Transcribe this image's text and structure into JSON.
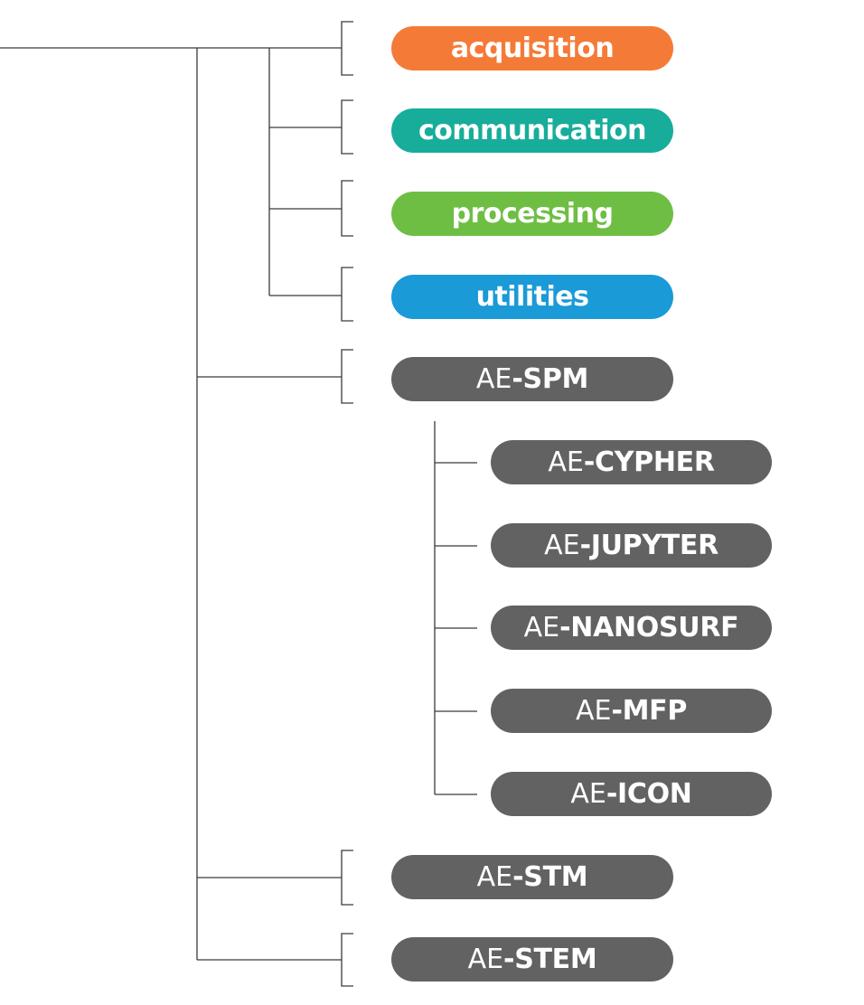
{
  "colors": {
    "acquisition": "#f47b37",
    "communication": "#17ad9a",
    "processing": "#6fbe44",
    "utilities": "#1a9ad7",
    "ae_node": "#626262",
    "connector": "#3a3a3a"
  },
  "modules": [
    {
      "label": "acquisition"
    },
    {
      "label": "communication"
    },
    {
      "label": "processing"
    },
    {
      "label": "utilities"
    }
  ],
  "spm": {
    "prefix": "AE",
    "name": "-SPM"
  },
  "spm_children": [
    {
      "prefix": "AE",
      "name": "-CYPHER"
    },
    {
      "prefix": "AE",
      "name": "-JUPYTER"
    },
    {
      "prefix": "AE",
      "name": "-NANOSURF"
    },
    {
      "prefix": "AE",
      "name": "-MFP"
    },
    {
      "prefix": "AE",
      "name": "-ICON"
    }
  ],
  "stm": {
    "prefix": "AE",
    "name": "-STM"
  },
  "stem": {
    "prefix": "AE",
    "name": "-STEM"
  }
}
